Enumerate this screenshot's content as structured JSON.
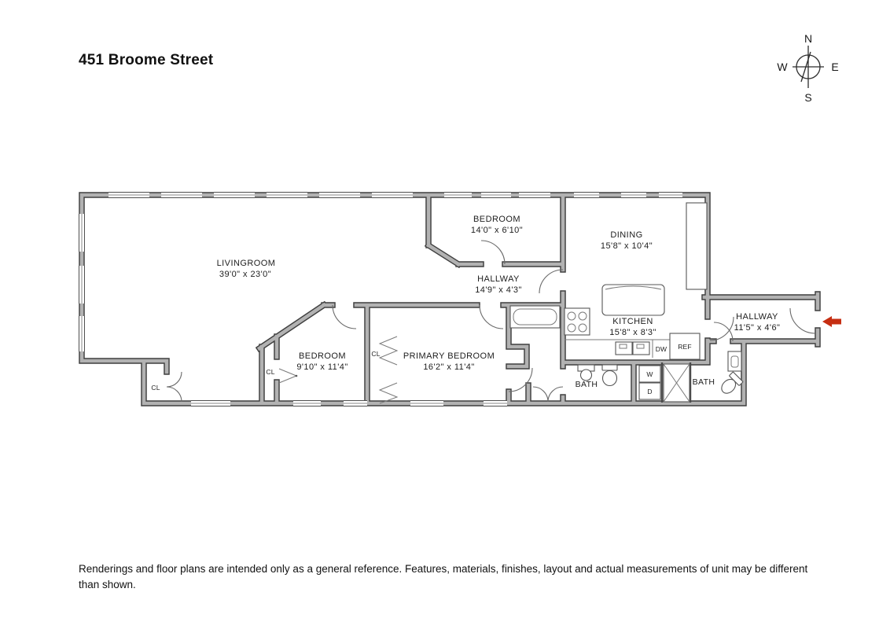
{
  "page": {
    "title": "451 Broome Street",
    "disclaimer": "Renderings and floor plans are intended only as a general reference. Features, materials, finishes, layout and actual measurements of unit may be different than shown."
  },
  "compass": {
    "north": "N",
    "south": "S",
    "east": "E",
    "west": "W"
  },
  "rooms": {
    "livingroom": {
      "name": "LIVINGROOM",
      "dims": "39'0\" x 23'0\""
    },
    "bedroom_top": {
      "name": "BEDROOM",
      "dims": "14'0\" x 6'10\""
    },
    "dining": {
      "name": "DINING",
      "dims": "15'8\" x 10'4\""
    },
    "hallway_main": {
      "name": "HALLWAY",
      "dims": "14'9\" x 4'3\""
    },
    "kitchen": {
      "name": "KITCHEN",
      "dims": "15'8\" x 8'3\""
    },
    "hallway_entry": {
      "name": "HALLWAY",
      "dims": "11'5\" x 4'6\""
    },
    "bedroom_left": {
      "name": "BEDROOM",
      "dims": "9'10\" x 11'4\""
    },
    "primary_bedroom": {
      "name": "PRIMARY BEDROOM",
      "dims": "16'2\" x 11'4\""
    },
    "bath_inner": {
      "name": "BATH"
    },
    "bath_entry": {
      "name": "BATH"
    }
  },
  "fixtures": {
    "closet": "CL",
    "dishwasher": "DW",
    "refrigerator": "REF",
    "washer": "W",
    "dryer": "D"
  },
  "colors": {
    "wall_fill": "#b2b2b2",
    "wall_outline": "#3f3f3f",
    "entry_arrow": "#c62e12",
    "text": "#1c1c1c"
  }
}
